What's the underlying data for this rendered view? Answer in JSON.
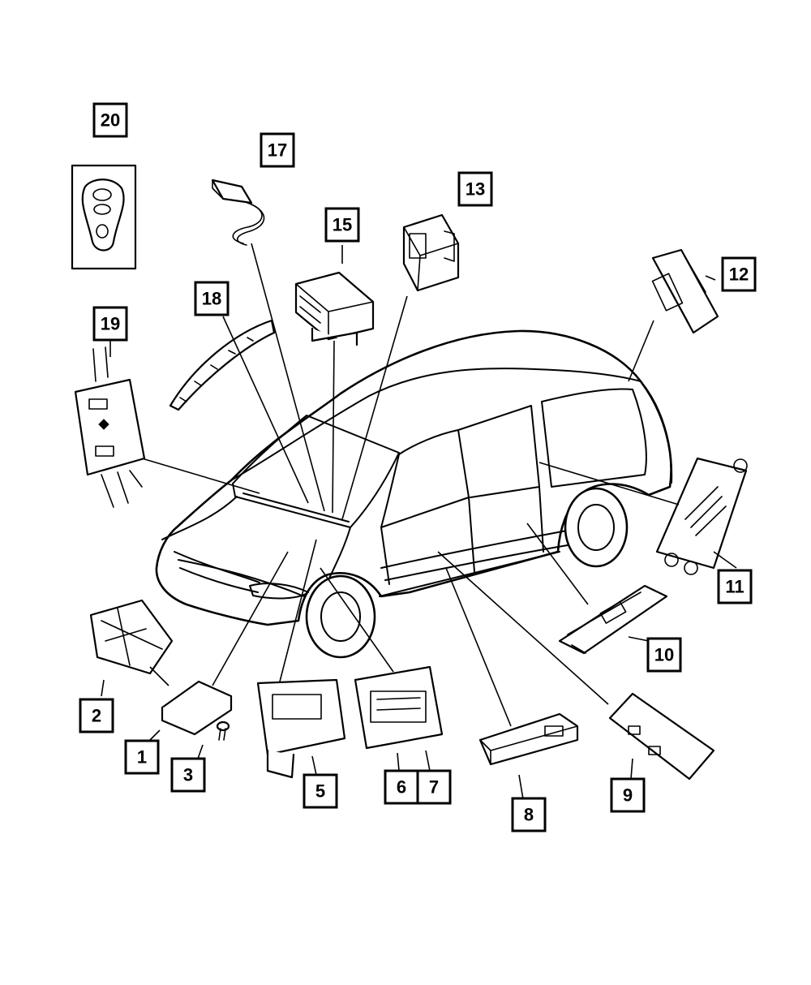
{
  "callouts": [
    {
      "id": "1",
      "label": "1"
    },
    {
      "id": "2",
      "label": "2"
    },
    {
      "id": "3",
      "label": "3"
    },
    {
      "id": "5",
      "label": "5"
    },
    {
      "id": "6",
      "label": "6"
    },
    {
      "id": "7",
      "label": "7"
    },
    {
      "id": "8",
      "label": "8"
    },
    {
      "id": "9",
      "label": "9"
    },
    {
      "id": "10",
      "label": "10"
    },
    {
      "id": "11",
      "label": "11"
    },
    {
      "id": "12",
      "label": "12"
    },
    {
      "id": "13",
      "label": "13"
    },
    {
      "id": "15",
      "label": "15"
    },
    {
      "id": "17",
      "label": "17"
    },
    {
      "id": "18",
      "label": "18"
    },
    {
      "id": "19",
      "label": "19"
    },
    {
      "id": "20",
      "label": "20"
    }
  ],
  "colors": {
    "line": "#000000",
    "background": "#ffffff"
  }
}
